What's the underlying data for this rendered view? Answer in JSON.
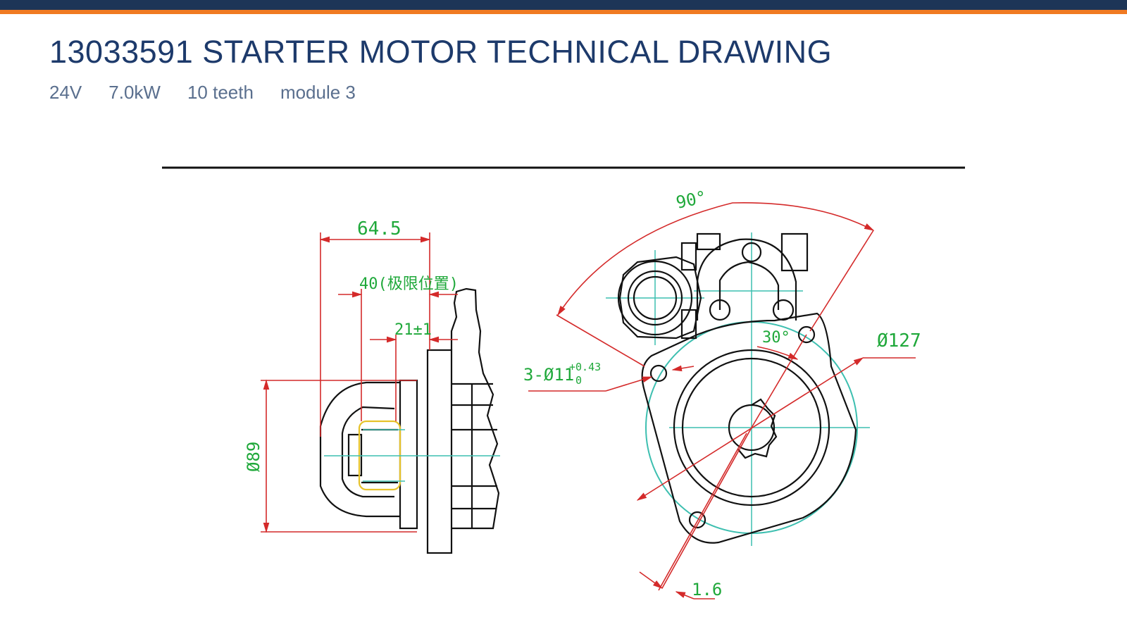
{
  "header": {
    "title": "13033591 STARTER MOTOR TECHNICAL DRAWING",
    "specs": [
      "24V",
      "7.0kW",
      "10 teeth",
      "module 3"
    ]
  },
  "drawing": {
    "side_view": {
      "dim_length": "64.5",
      "dim_limit": "40(极限位置)",
      "dim_gap": "21±1",
      "dim_diameter": "Ø89"
    },
    "front_view": {
      "angle_flange": "90°",
      "angle_bolt": "30°",
      "dim_bolt_circle": "Ø127",
      "dim_holes": "3-Ø11",
      "tol_upper": "+0.43",
      "tol_lower": "0",
      "dim_pitch": "1.6"
    }
  },
  "colors": {
    "bar": "#1d3557",
    "accent": "#f07a22",
    "title": "#1d3a6b",
    "dimension_line": "#d42a2a",
    "dimension_text": "#1fa83a",
    "center_line": "#3dbfb0",
    "outline": "#111111",
    "highlight": "#e6c22a"
  }
}
